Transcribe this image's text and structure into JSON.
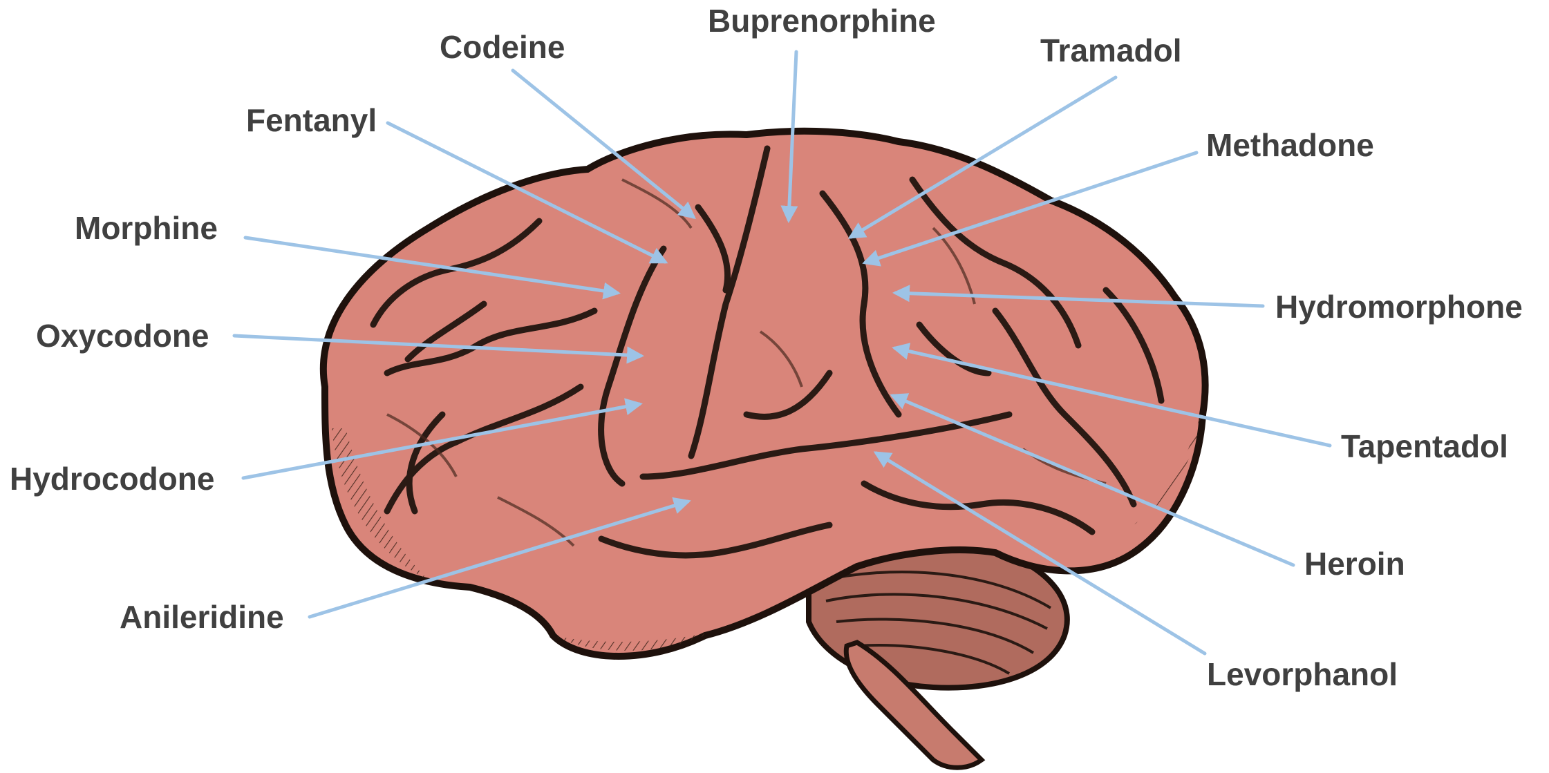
{
  "diagram": {
    "image": "brain-illustration",
    "colors": {
      "brain_fill": "#d9857a",
      "brain_shade": "#2a1a14",
      "label_text": "#404040",
      "leader_line": "#9dc3e6",
      "background": "#ffffff"
    },
    "labels": [
      {
        "id": "buprenorphine",
        "text": "Buprenorphine"
      },
      {
        "id": "codeine",
        "text": "Codeine"
      },
      {
        "id": "tramadol",
        "text": "Tramadol"
      },
      {
        "id": "fentanyl",
        "text": "Fentanyl"
      },
      {
        "id": "methadone",
        "text": "Methadone"
      },
      {
        "id": "morphine",
        "text": "Morphine"
      },
      {
        "id": "hydromorphone",
        "text": "Hydromorphone"
      },
      {
        "id": "oxycodone",
        "text": "Oxycodone"
      },
      {
        "id": "tapentadol",
        "text": "Tapentadol"
      },
      {
        "id": "hydrocodone",
        "text": "Hydrocodone"
      },
      {
        "id": "heroin",
        "text": "Heroin"
      },
      {
        "id": "anileridine",
        "text": "Anileridine"
      },
      {
        "id": "levorphanol",
        "text": "Levorphanol"
      }
    ]
  }
}
